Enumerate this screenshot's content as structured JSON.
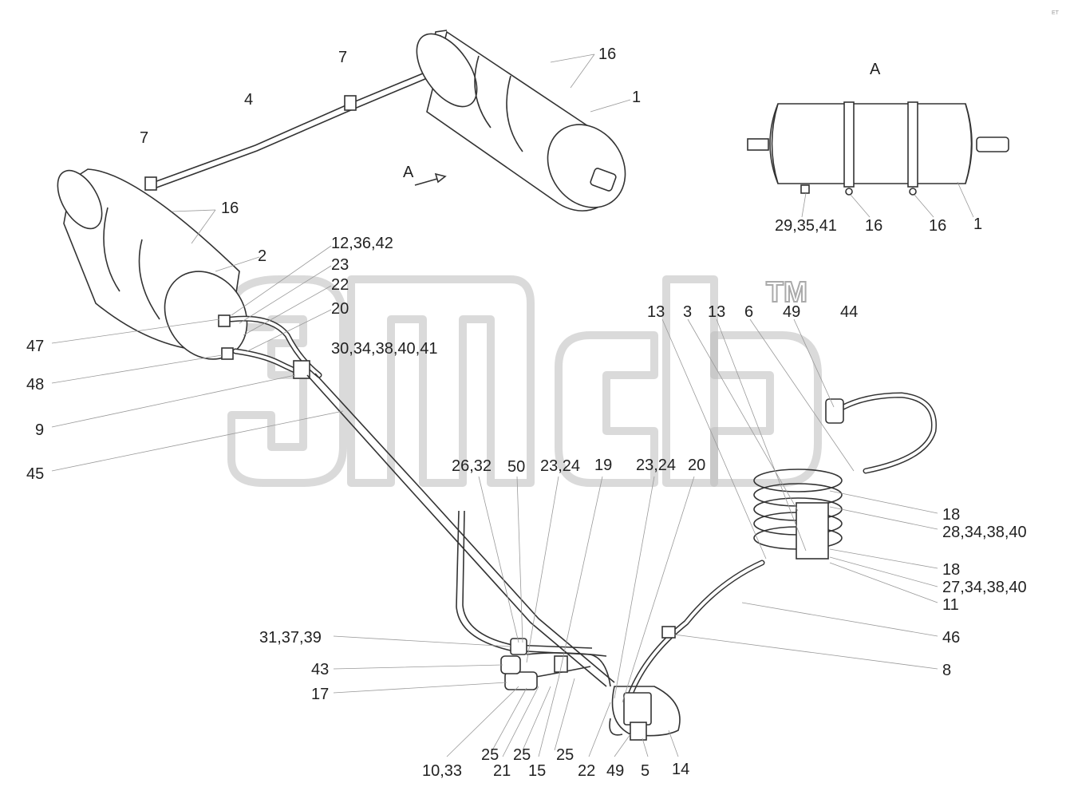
{
  "view_title": "A",
  "view_arrow_label": "A",
  "trademark": "TM",
  "corner_mark": "ET",
  "labels": {
    "l1": "16",
    "l2": "1",
    "l3": "7",
    "l4": "4",
    "l5": "7",
    "l6": "16",
    "l7": "2",
    "l8": "12,36,42",
    "l9": "23",
    "l10": "22",
    "l11": "20",
    "l12": "47",
    "l13": "30,34,38,40,41",
    "l14": "48",
    "l15": "9",
    "l16": "45",
    "l17": "29,35,41",
    "l18": "16",
    "l19": "16",
    "l20": "1",
    "l21": "13",
    "l22": "3",
    "l23": "13",
    "l24": "6",
    "l25": "49",
    "l26": "44",
    "l27": "26,32",
    "l28": "50",
    "l29": "23,24",
    "l30": "19",
    "l31": "23,24",
    "l32": "20",
    "l33": "18",
    "l34": "28,34,38,40",
    "l35": "18",
    "l36": "27,34,38,40",
    "l37": "11",
    "l38": "46",
    "l39": "8",
    "l40": "31,37,39",
    "l41": "43",
    "l42": "17",
    "l43": "25",
    "l44": "25",
    "l45": "25",
    "l46": "10,33",
    "l47": "21",
    "l48": "15",
    "l49": "22",
    "l50": "49",
    "l51": "5",
    "l52": "14"
  }
}
